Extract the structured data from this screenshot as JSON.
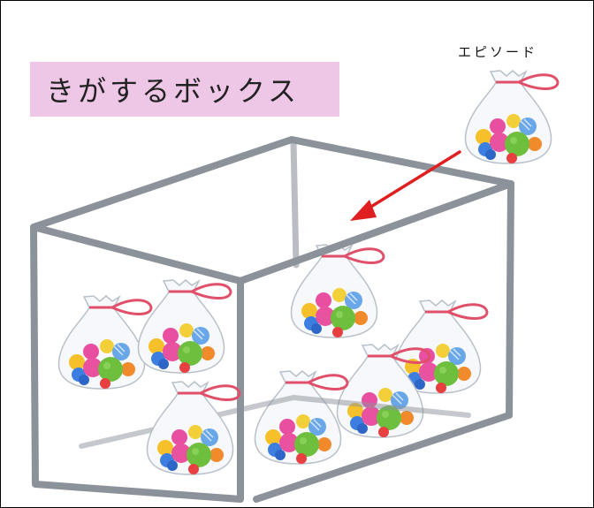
{
  "title": "きがするボックス",
  "episode_label": "エピソード",
  "colors": {
    "title_bg": "#eec6e6",
    "box_stroke": "#8c9299",
    "arrow": "#e02020",
    "bag_tie": "#e0506a"
  },
  "bag_count_in_box": 7
}
